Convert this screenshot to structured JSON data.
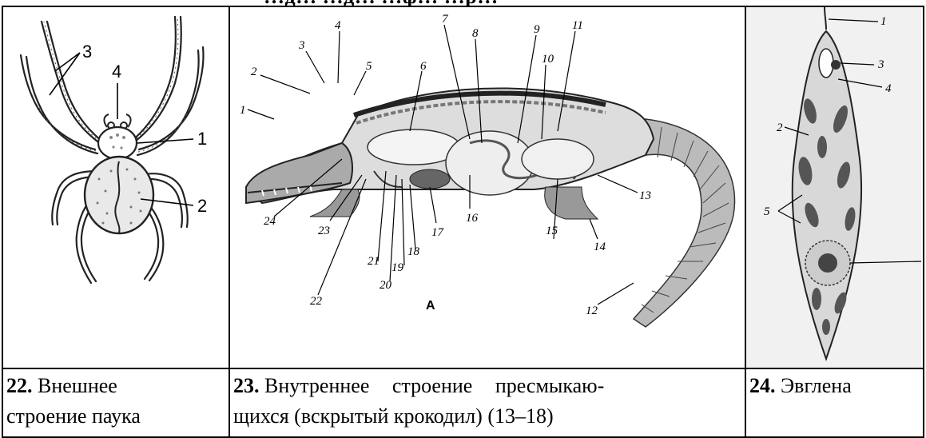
{
  "header": {
    "text": "…д… …д… …ф… …р…"
  },
  "figures": [
    {
      "number": "22.",
      "caption_line1": "Внешнее",
      "caption_line2": "строение паука",
      "labels": [
        "3",
        "4",
        "1",
        "2"
      ]
    },
    {
      "number": "23.",
      "caption_line1": "Внутреннее строение пресмыкаю-",
      "caption_line2": "щихся (вскрытый крокодил) (13–18)",
      "panel_letter": "А",
      "labels": [
        "1",
        "2",
        "3",
        "4",
        "5",
        "6",
        "7",
        "8",
        "9",
        "10",
        "11",
        "12",
        "13",
        "14",
        "15",
        "16",
        "17",
        "18",
        "19",
        "20",
        "21",
        "22",
        "23",
        "24"
      ]
    },
    {
      "number": "24.",
      "caption_line1": "Эвглена",
      "caption_line2": "",
      "labels": [
        "1",
        "2",
        "3",
        "4",
        "5"
      ]
    }
  ]
}
